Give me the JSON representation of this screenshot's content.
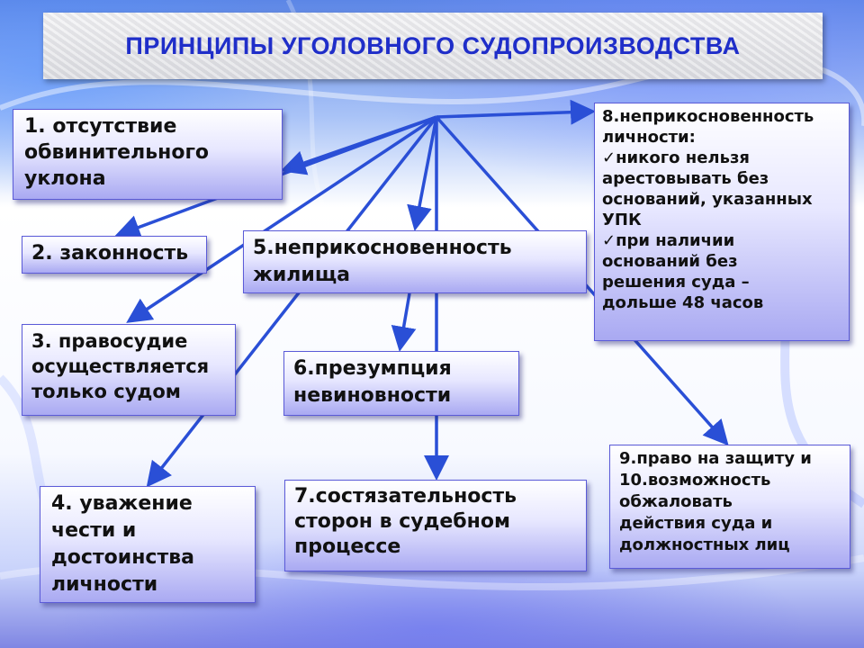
{
  "title": "ПРИНЦИПЫ УГОЛОВНОГО СУДОПРОИЗВОДСТВА",
  "colors": {
    "title": "#1f2ec9",
    "arrow": "#2a4fd6",
    "box_border": "#5b5bd8"
  },
  "boxes": {
    "b1": "1. отсутствие\nобвинительного\nуклона",
    "b2": "2. законность",
    "b3": "3. правосудие\nосуществляется\nтолько судом",
    "b4": "4. уважение\nчести и\nдостоинства\nличности",
    "b5": "5.неприкосновенность\nжилища",
    "b6": "6.презумпция\nневиновности",
    "b7": "7.состязательность\nсторон в судебном\nпроцессе",
    "b8": {
      "heading": "8.неприкосновенность\nличности:",
      "items": [
        "никого нельзя\nарестовывать без\nоснований, указанных\nУПК",
        "при наличии\nоснований без\nрешения суда –\nдольше 48 часов"
      ],
      "bullet_icon": "check-mark-icon"
    },
    "b9": "9.право на защиту и\n10.возможность\nобжаловать\nдействия суда и\nдолжностных лиц"
  }
}
